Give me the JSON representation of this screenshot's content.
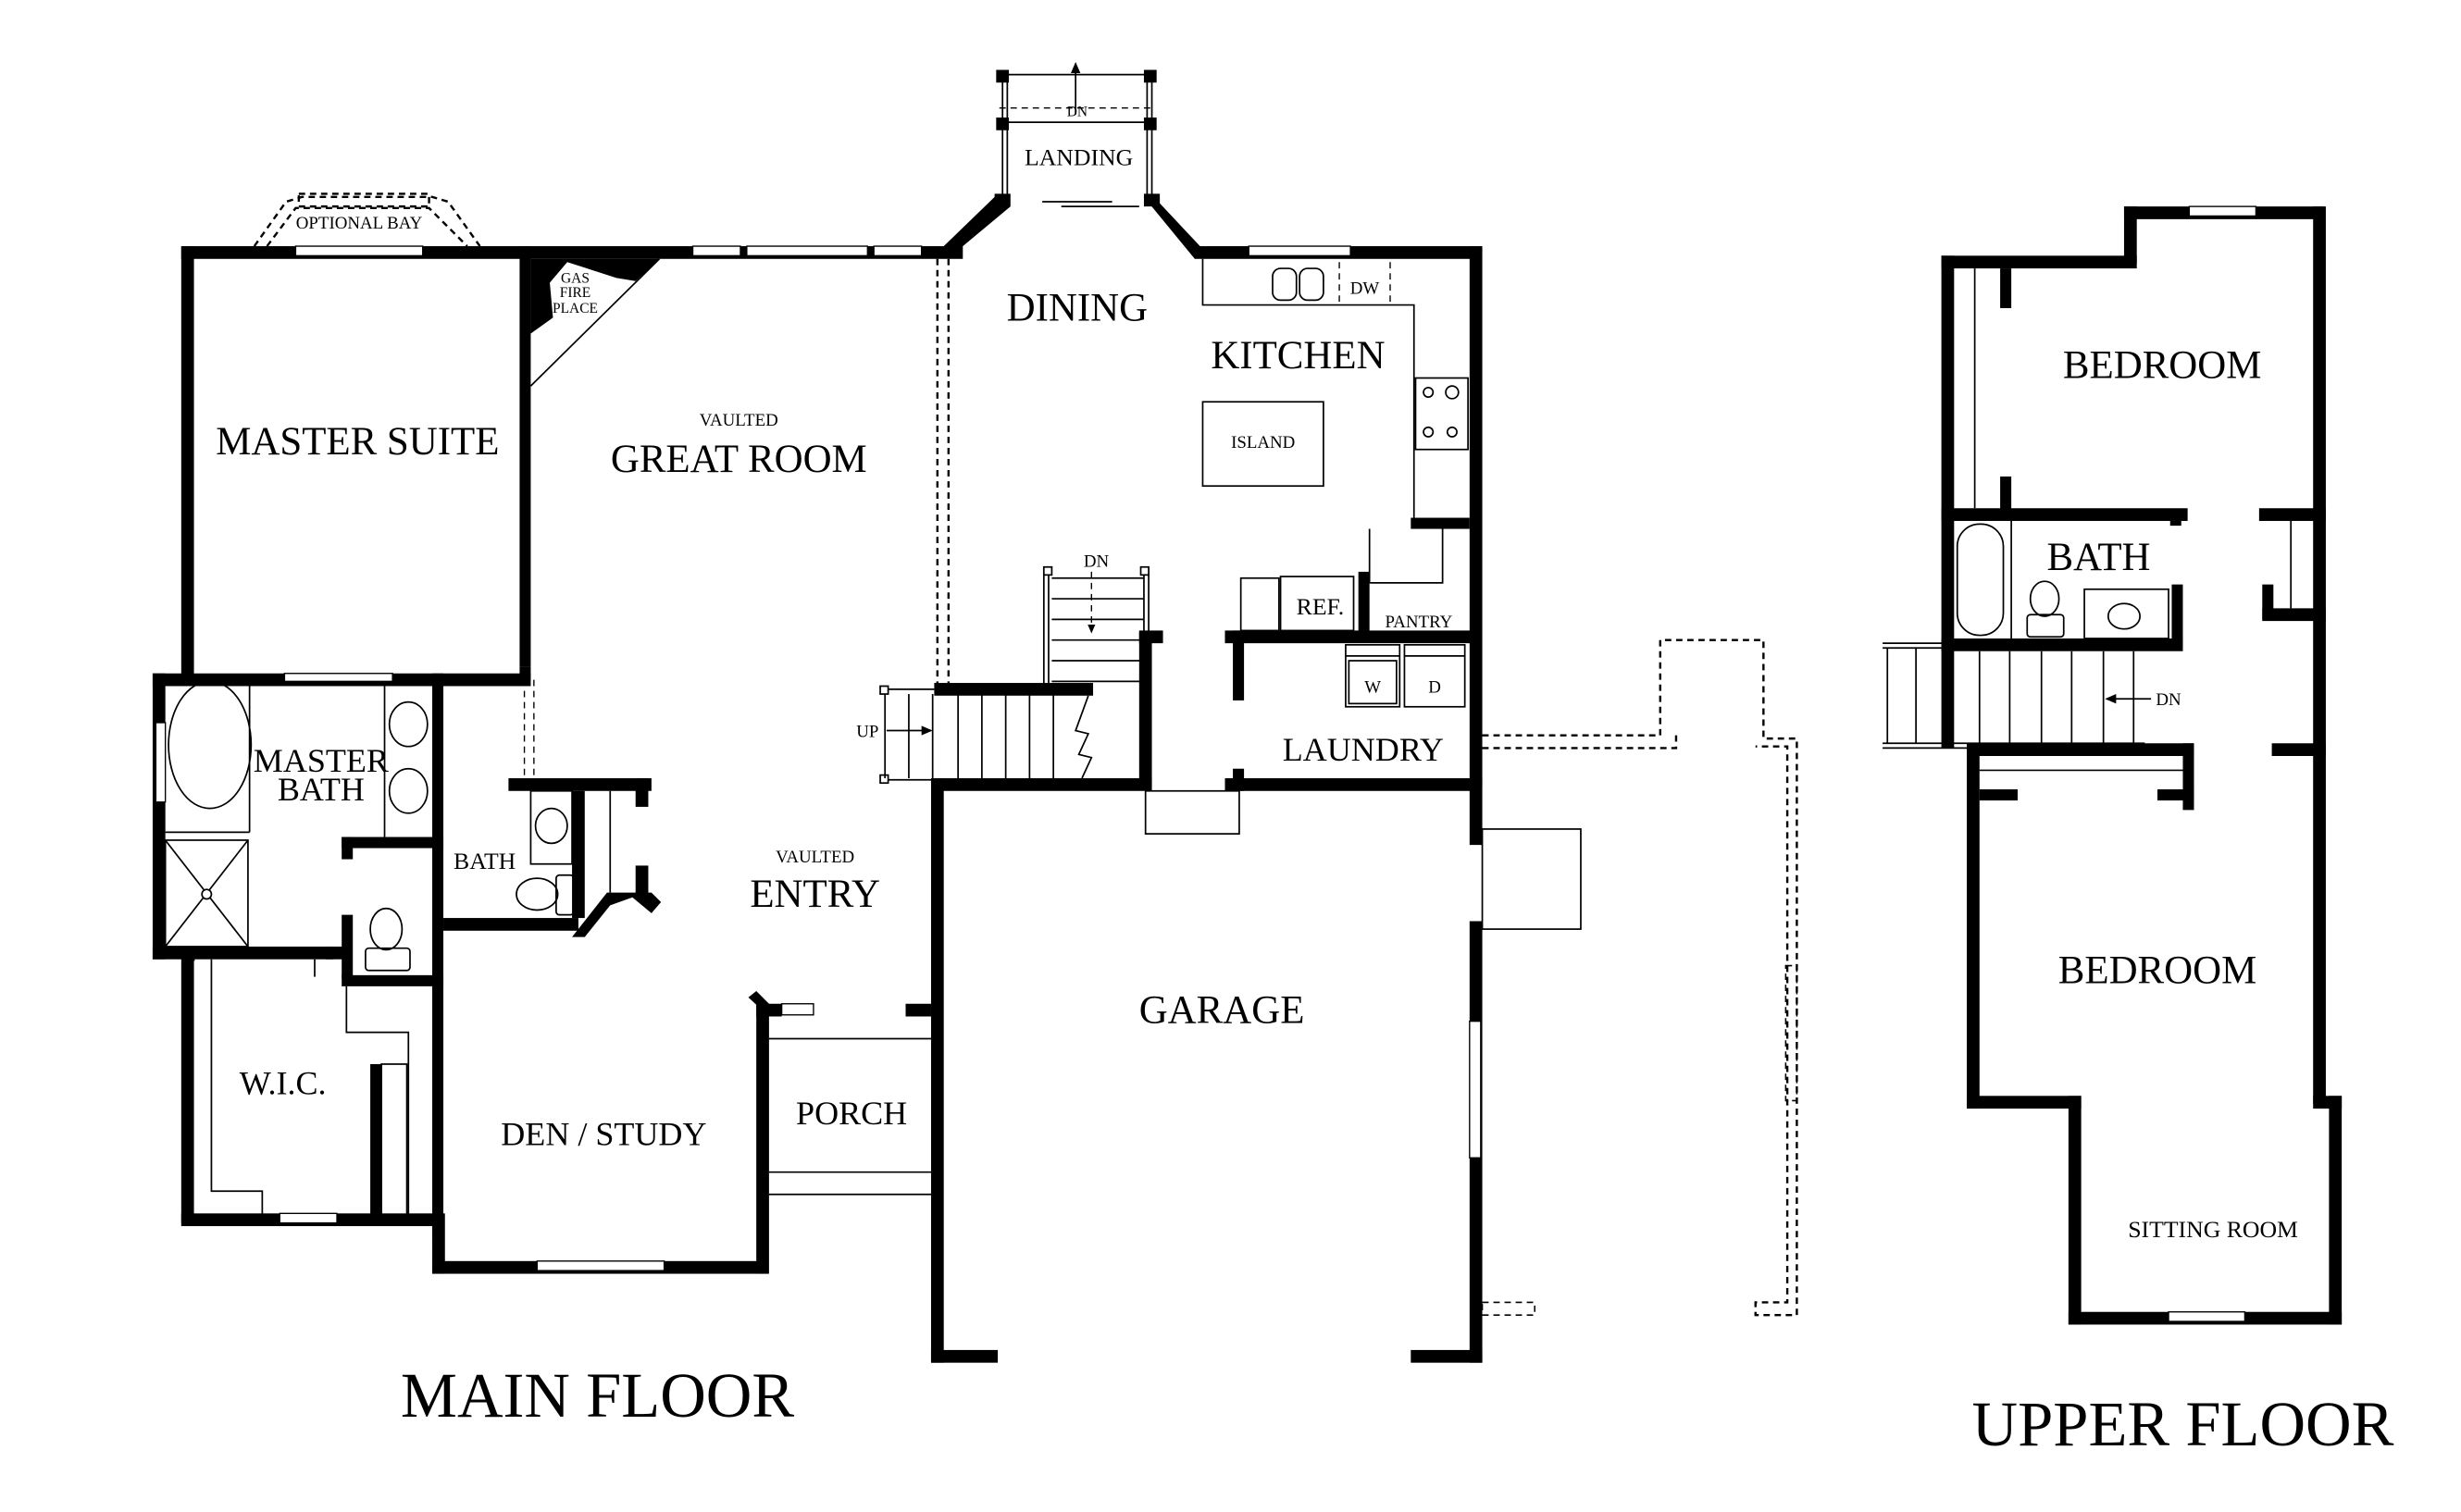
{
  "main_floor": {
    "title": "MAIN FLOOR",
    "rooms": {
      "optional_bay": "OPTIONAL BAY",
      "gas_fireplace": [
        "GAS",
        "FIRE",
        "PLACE"
      ],
      "master_suite": "MASTER SUITE",
      "great_room_modifier": "VAULTED",
      "great_room": "GREAT ROOM",
      "landing": "LANDING",
      "dining": "DINING",
      "kitchen": "KITCHEN",
      "island": "ISLAND",
      "dishwasher": "DW",
      "refrigerator": "REF.",
      "pantry": "PANTRY",
      "washer": "W",
      "dryer": "D",
      "laundry": "LAUNDRY",
      "master_bath": [
        "MASTER",
        "BATH"
      ],
      "bath": "BATH",
      "entry_modifier": "VAULTED",
      "entry": "ENTRY",
      "wic": "W.I.C.",
      "den_study": "DEN / STUDY",
      "porch": "PORCH",
      "garage": "GARAGE"
    },
    "stair_labels": {
      "landing_stair": "DN",
      "basement_stair": "DN",
      "up_stair": "UP"
    }
  },
  "upper_floor": {
    "title": "UPPER FLOOR",
    "rooms": {
      "bedroom_1": "BEDROOM",
      "bath": "BATH",
      "bedroom_2": "BEDROOM",
      "sitting_room": "SITTING ROOM"
    },
    "stair_labels": {
      "down_stair": "DN"
    }
  },
  "colors": {
    "wall": "#000000",
    "background": "#ffffff"
  }
}
